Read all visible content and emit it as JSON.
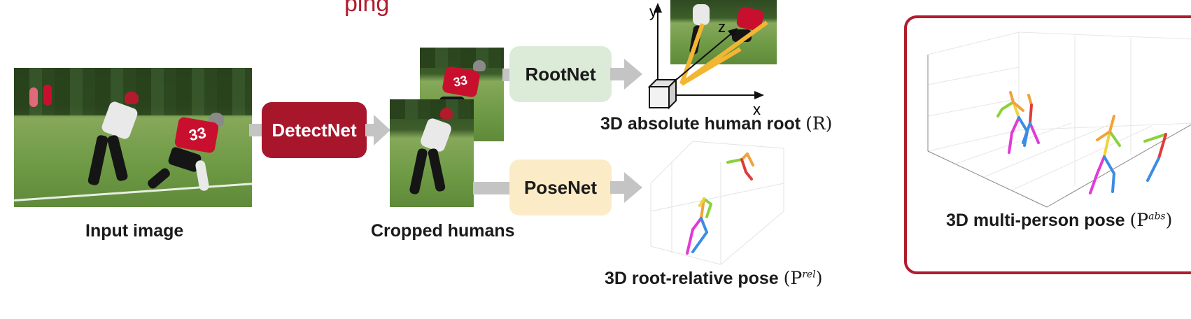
{
  "top_fragment": "ping",
  "modules": {
    "detectnet": "DetectNet",
    "rootnet": "RootNet",
    "posenet": "PoseNet"
  },
  "labels": {
    "input_image": "Input image",
    "cropped_humans": "Cropped humans",
    "abs_root_text": "3D absolute human root",
    "abs_root_symbol": "(R)",
    "rel_pose_text": "3D root-relative pose",
    "rel_pose_symbol": "(P",
    "rel_pose_sup": "rel",
    "multi_pose_text": "3D multi-person pose",
    "multi_pose_symbol": "(P",
    "multi_pose_sup": "abs"
  },
  "axes": {
    "x": "x",
    "y": "y",
    "z": "z"
  },
  "jersey_number": "33",
  "colors": {
    "detectnet_fill": "#a8162c",
    "rootnet_fill": "#dcebd8",
    "posenet_fill": "#fbebc6",
    "arrow_gray": "#c4c4c4",
    "frame_red": "#b01c2e",
    "camera_ray": "#f2b632"
  }
}
